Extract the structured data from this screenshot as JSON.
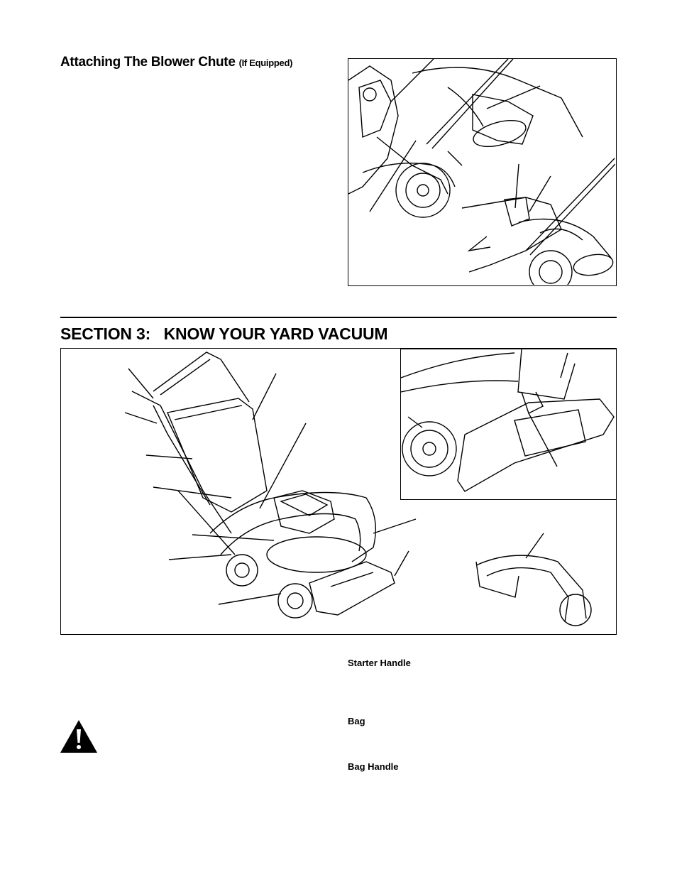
{
  "top_section": {
    "heading": "Attaching The Blower Chute",
    "heading_note": "(If Equipped)"
  },
  "section3": {
    "title": "SECTION 3:   KNOW YOUR YARD VACUUM"
  },
  "labels": {
    "starter_handle": "Starter Handle",
    "bag": "Bag",
    "bag_handle": "Bag Handle"
  },
  "icons": {
    "warning": "warning-triangle-icon"
  }
}
